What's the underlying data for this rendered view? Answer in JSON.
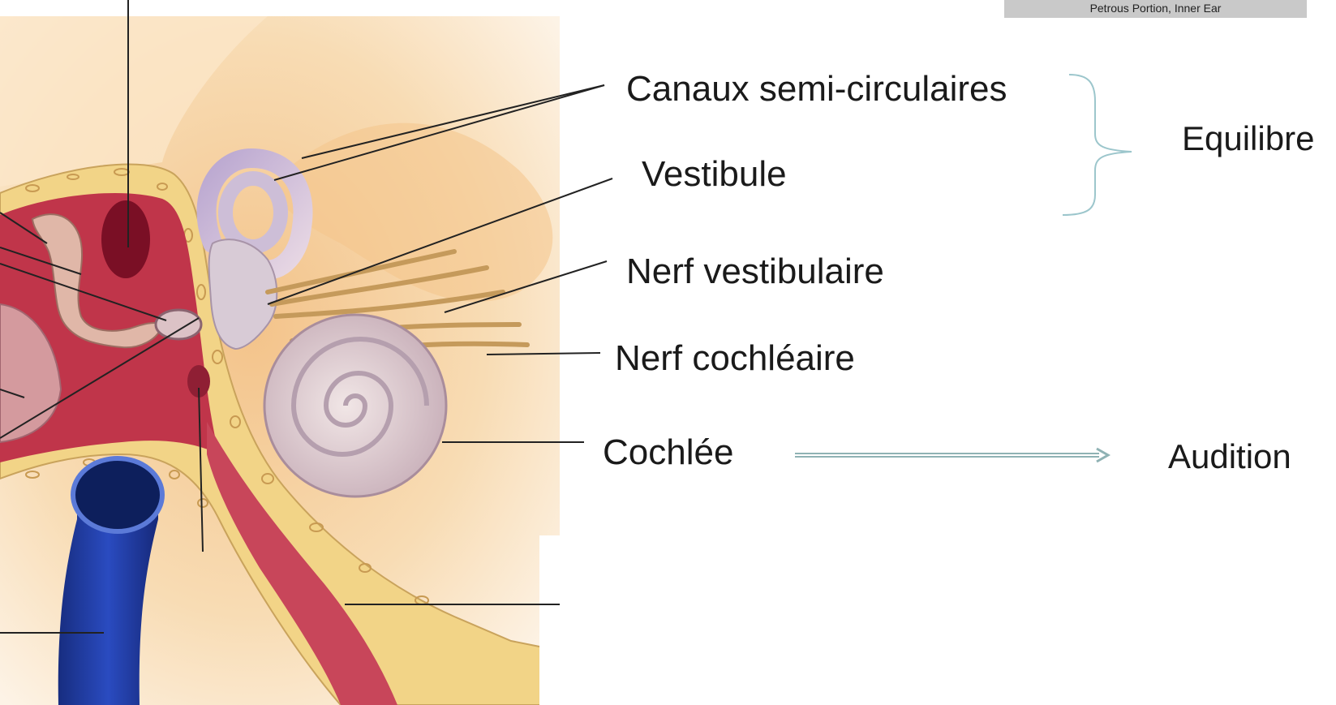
{
  "caption": "Petrous Portion, Inner Ear",
  "labels": {
    "canaux": "Canaux semi-circulaires",
    "vestibule": "Vestibule",
    "nerf_vestibulaire": "Nerf vestibulaire",
    "nerf_cochleaire": "Nerf cochléaire",
    "cochlee": "Cochlée"
  },
  "functions": {
    "equilibre": "Equilibre",
    "audition": "Audition"
  },
  "colors": {
    "background_tissue": "#f6d7a8",
    "bone": "#f2d487",
    "cavity": "#c0354a",
    "labyrinth": "#d8cbd6",
    "vein": "#1d3a9c",
    "bracket": "#9cc6cc",
    "arrow": "#8fb2b4"
  }
}
